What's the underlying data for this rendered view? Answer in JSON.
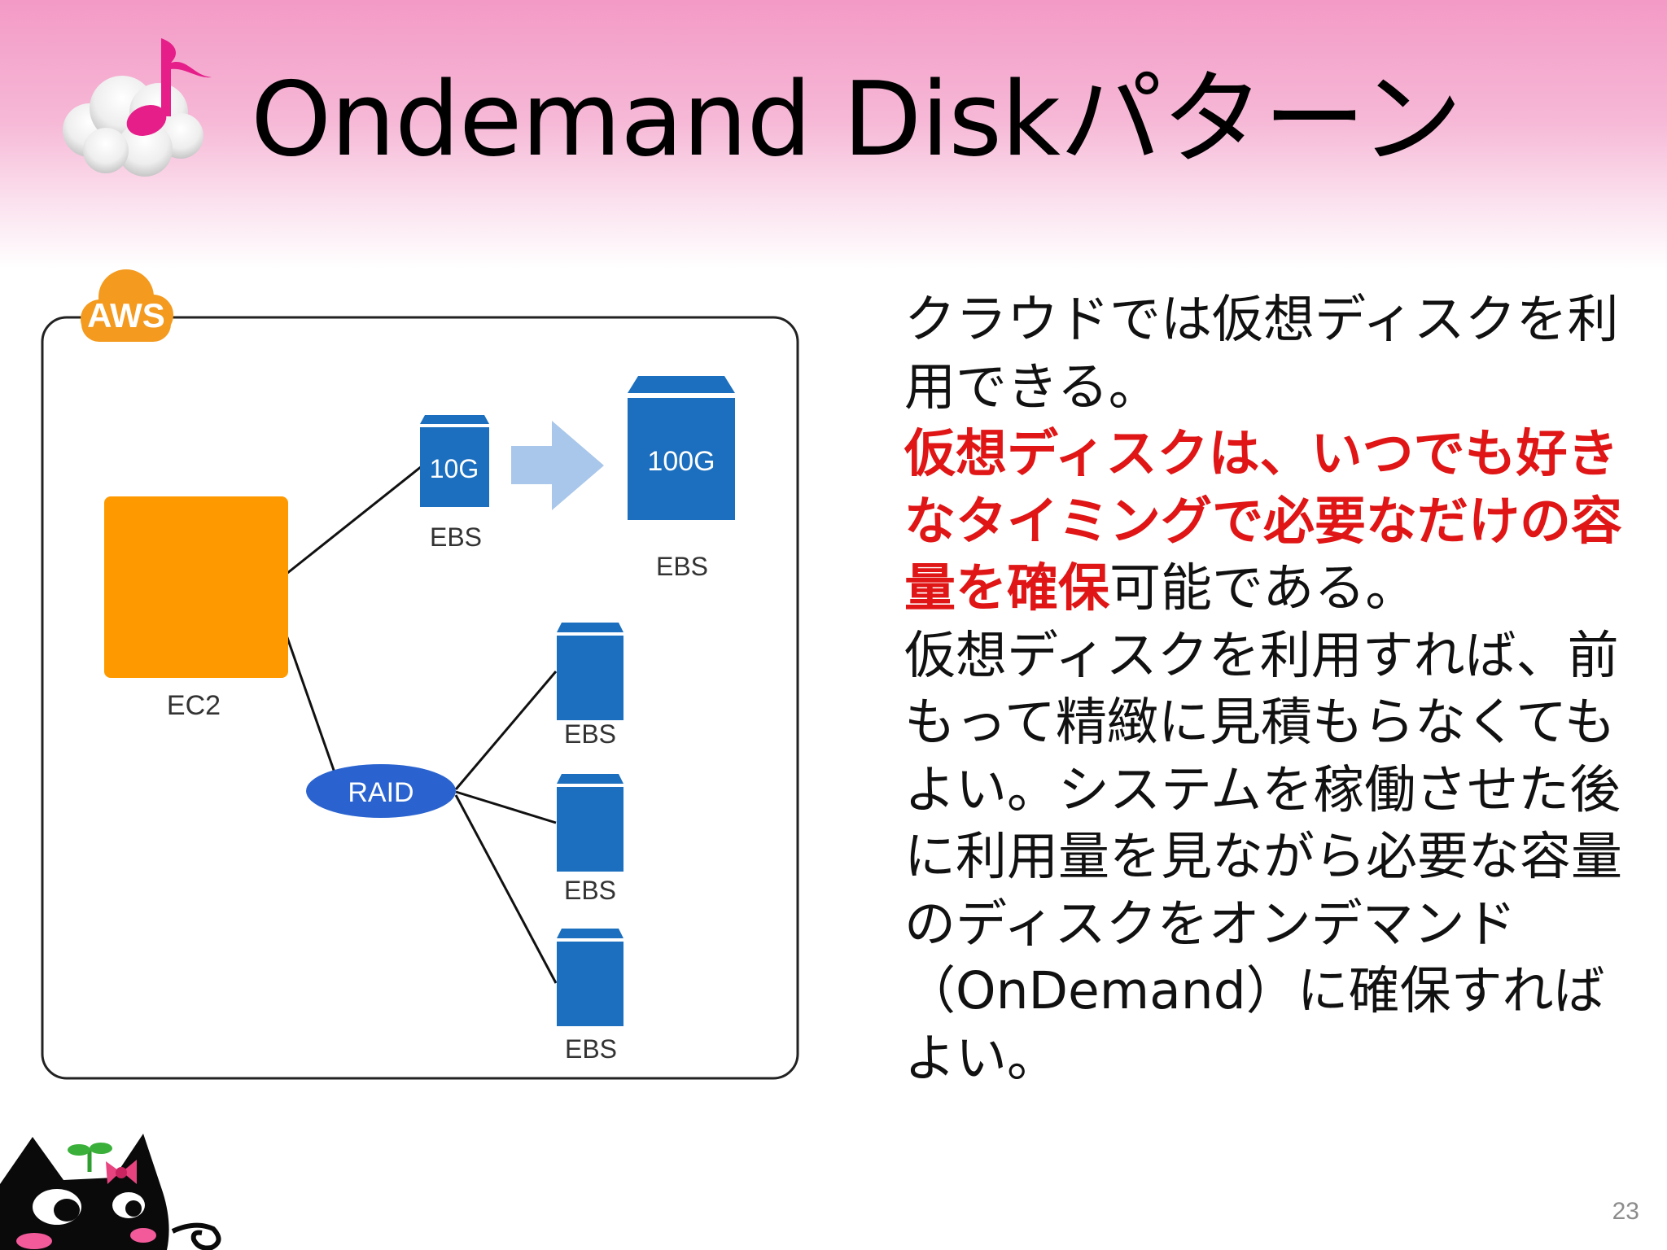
{
  "slide": {
    "title": "Ondemand Diskパターン",
    "page_number": "23"
  },
  "diagram": {
    "cloud_label": "AWS",
    "ec2_label": "EC2",
    "raid_label": "RAID",
    "small_volume_size": "10G",
    "large_volume_size": "100G",
    "volume_label": "EBS",
    "colors": {
      "ec2": "#ff9900",
      "volume": "#1b6fbe",
      "raid": "#2a63cf",
      "aws_cloud": "#f39a1f",
      "arrow": "#a9c7ea"
    }
  },
  "body": {
    "para1": "クラウドでは仮想ディスクを利用できる。",
    "para2_emphasis": "仮想ディスクは、いつでも好きなタイミングで必要なだけの容量を確保",
    "para2_rest": "可能である。",
    "para3": "仮想ディスクを利用すれば、前もって精緻に見積もらなくてもよい。システムを稼働させた後に利用量を見ながら必要な容量のディスクをオンデマンド（OnDemand）に確保すればよい。",
    "emphasis_color": "#e01515"
  },
  "decorations": {
    "logo_icon": "music-note-cloud-icon",
    "mascot_icon": "black-cat-mascot-icon"
  }
}
